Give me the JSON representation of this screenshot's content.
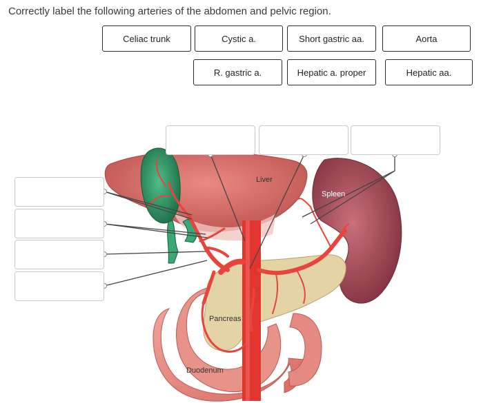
{
  "question": {
    "prompt": "Correctly label the following arteries of the abdomen and pelvic region."
  },
  "label_bank": [
    "Celiac trunk",
    "Cystic a.",
    "Short gastric aa.",
    "Aorta",
    "R. gastric a.",
    "Hepatic a. proper",
    "Hepatic aa."
  ],
  "organ_labels": {
    "liver": "Liver",
    "spleen": "Spleen",
    "pancreas": "Pancreas",
    "duodenum": "Duodenum"
  },
  "colors": {
    "artery": "#e8443c",
    "liver": "#d9706a",
    "gallbladder": "#2e9a6a",
    "spleen": "#a34f5a",
    "pancreas": "#e0cfa0",
    "duodenum": "#e48a82"
  }
}
